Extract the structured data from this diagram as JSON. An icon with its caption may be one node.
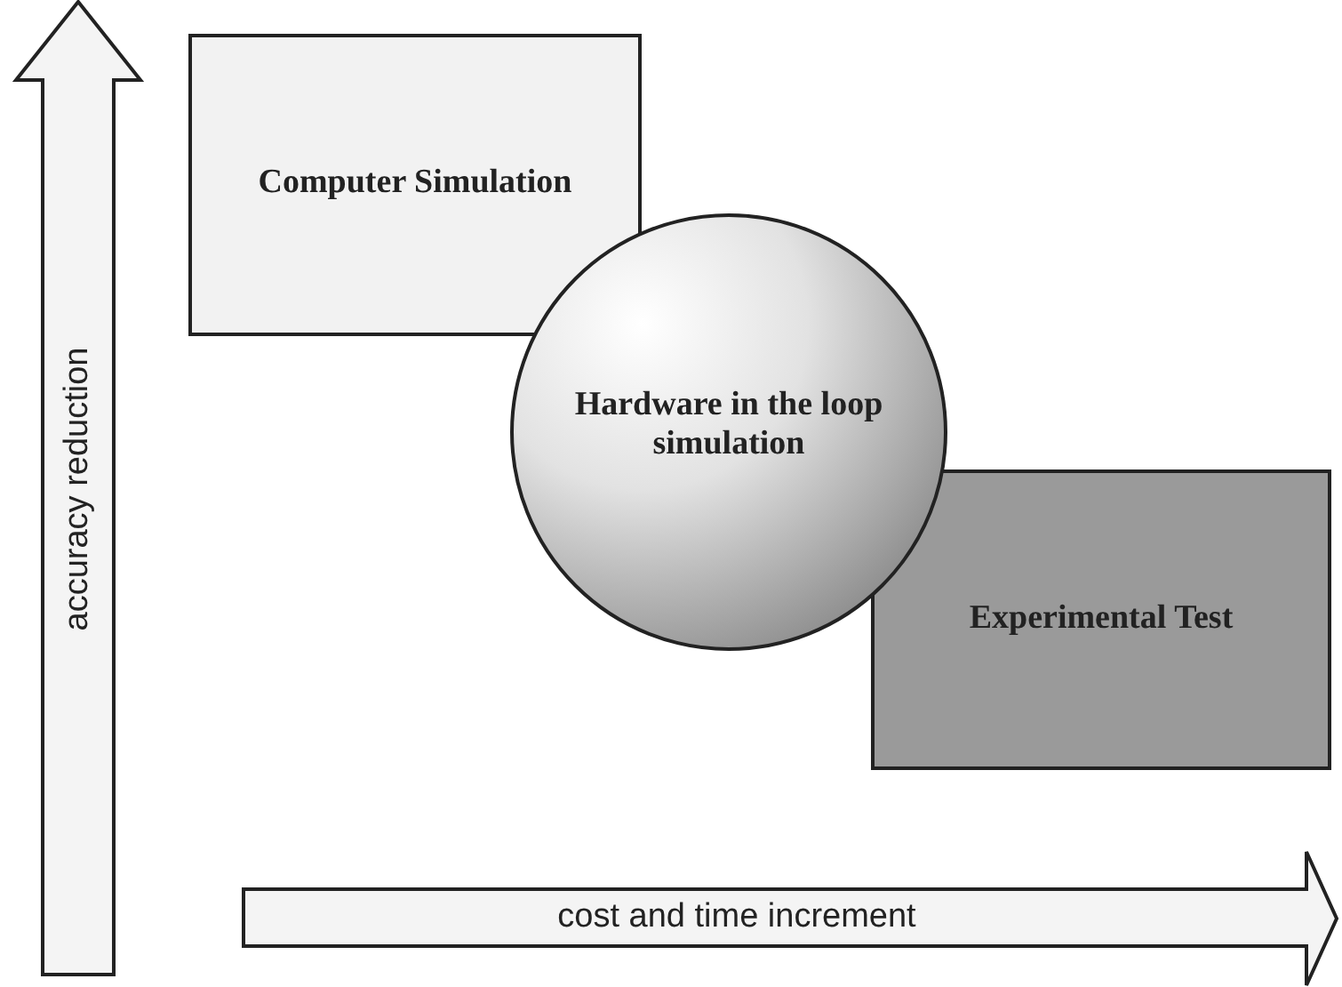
{
  "diagram": {
    "nodes": [
      {
        "text": [
          "accuracy reduction"
        ]
      },
      {
        "text": [
          "Computer Simulation"
        ]
      },
      {
        "text": [
          "Experimental Test"
        ]
      },
      {
        "text": [
          "Hardware in the loop simulation"
        ]
      },
      {
        "text": [
          "cost and time increment"
        ]
      }
    ]
  }
}
